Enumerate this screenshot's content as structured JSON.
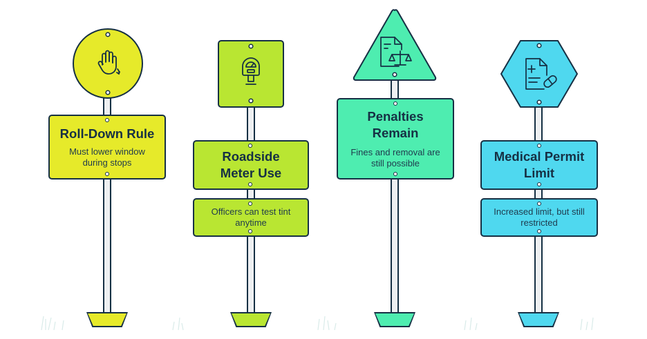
{
  "signs": [
    {
      "title": "Roll-Down Rule",
      "description": "Must lower window during stops",
      "color": "#e6ea2a",
      "top_shape": "circle",
      "icon": "hand-wave-icon"
    },
    {
      "title": "Roadside Meter Use",
      "description": "Officers can test tint anytime",
      "color": "#b9e632",
      "top_shape": "square",
      "icon": "parking-meter-icon"
    },
    {
      "title": "Penalties Remain",
      "description": "Fines and removal are still possible",
      "color": "#4eedb0",
      "top_shape": "triangle",
      "icon": "legal-document-scales-icon"
    },
    {
      "title": "Medical Permit Limit",
      "description": "Increased limit, but still restricted",
      "color": "#4fd8ef",
      "top_shape": "hexagon",
      "icon": "medical-document-pill-icon"
    }
  ],
  "colors": {
    "outline": "#163044",
    "pole": "#eef0f2"
  }
}
